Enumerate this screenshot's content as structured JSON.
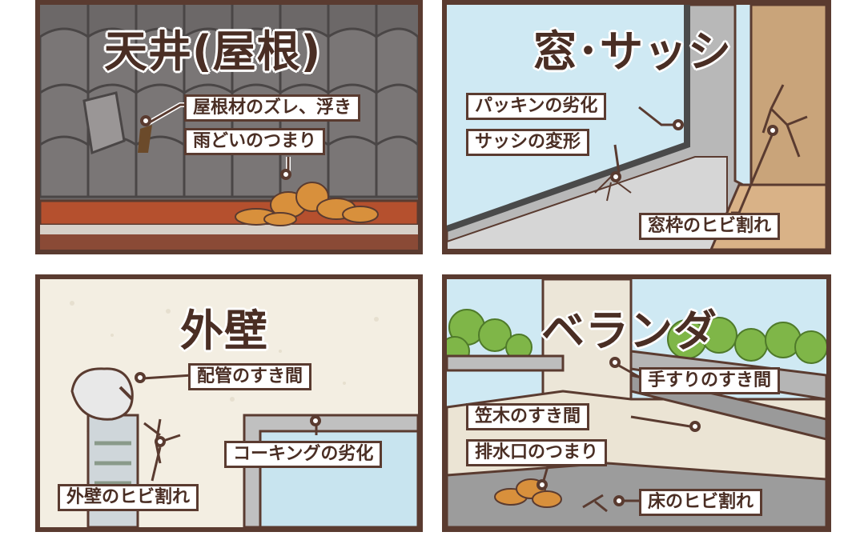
{
  "panels": {
    "roof": {
      "title": "天井(屋根)",
      "labels": [
        "屋根材のズレ、浮き",
        "雨どいのつまり"
      ]
    },
    "window": {
      "title": "窓･サッシ",
      "labels": [
        "パッキンの劣化",
        "サッシの変形",
        "窓枠のヒビ割れ"
      ]
    },
    "wall": {
      "title": "外壁",
      "labels": [
        "配管のすき間",
        "コーキングの劣化",
        "外壁のヒビ割れ"
      ]
    },
    "veranda": {
      "title": "ベランダ",
      "labels": [
        "手すりのすき間",
        "笠木のすき間",
        "排水口のつまり",
        "床のヒビ割れ"
      ]
    }
  },
  "colors": {
    "frame": "#5a3b30",
    "text": "#4a2e24",
    "roof_tile": "#6e6a6a",
    "sky": "#cfe9f3",
    "wall": "#f3eee2",
    "leaf": "#d8903c"
  }
}
